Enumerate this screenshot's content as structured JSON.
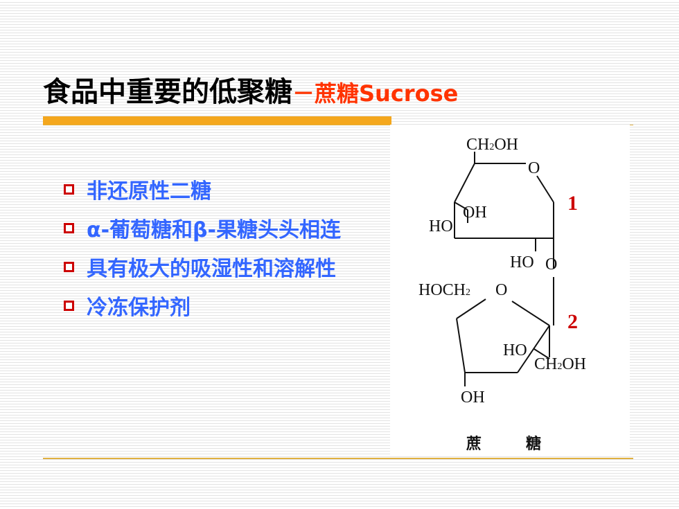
{
  "title": {
    "main": "食品中重要的低聚糖",
    "sub": "－蔗糖Sucrose"
  },
  "bullets": [
    {
      "text": "非还原性二糖"
    },
    {
      "text": "α-葡萄糖和β-果糖头头相连"
    },
    {
      "text": "具有极大的吸湿性和溶解性"
    },
    {
      "text": "冷冻保护剂"
    }
  ],
  "figure": {
    "glucose_ch2oh": "CH",
    "glucose_ch2oh_sub": "2",
    "glucose_ch2oh_tail": "OH",
    "ring_oxygen_top": "O",
    "oh_inner": "OH",
    "ho_left": "HO",
    "ho_lower": "HO",
    "glycosidic_o": "O",
    "fructose_hoch2": "HOCH",
    "fructose_hoch2_sub": "2",
    "ring_oxygen_bottom": "O",
    "ho_fructose": "HO",
    "fructose_ch2oh": "CH",
    "fructose_ch2oh_sub": "2",
    "fructose_ch2oh_tail": "OH",
    "oh_bottom": "OH",
    "label_1": "1",
    "label_2": "2",
    "caption_left": "蔗",
    "caption_right": "糖"
  },
  "colors": {
    "title_accent": "#ff3300",
    "bullet_text": "#3366ff",
    "bullet_marker": "#cc0000",
    "bar_accent": "#f4a71d",
    "rule": "#e0b040",
    "labels": "#cc0000"
  }
}
